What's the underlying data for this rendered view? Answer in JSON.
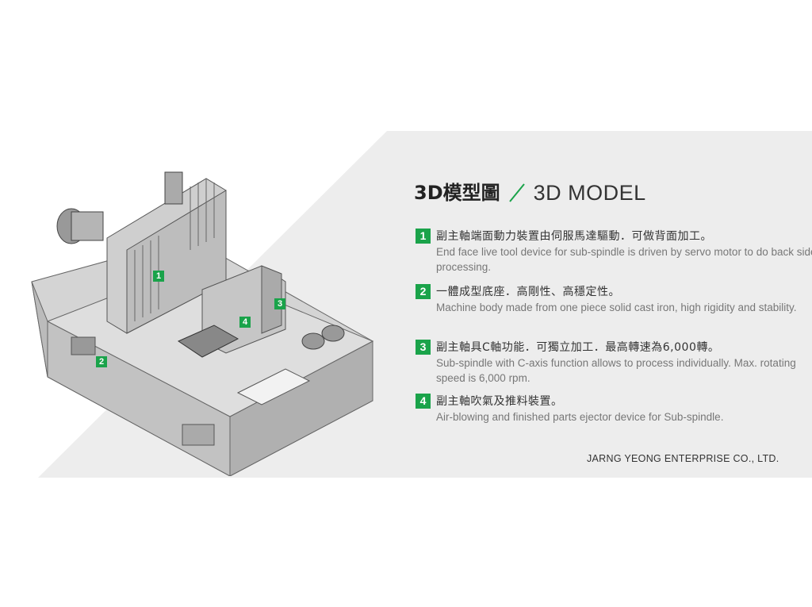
{
  "title": {
    "zh": "3D模型圖",
    "en": "3D MODEL"
  },
  "features": [
    {
      "num": "1",
      "zh": "副主軸端面動力裝置由伺服馬達驅動．可做背面加工。",
      "en": "End face live tool device for sub-spindle is driven by servo motor to do back side processing."
    },
    {
      "num": "2",
      "zh": "一體成型底座．高剛性、高穩定性。",
      "en": "Machine body made from one piece solid cast iron, high rigidity and stability."
    },
    {
      "num": "3",
      "zh": "副主軸具C軸功能．可獨立加工．最高轉速為6,000轉。",
      "en": "Sub-spindle with C-axis function allows to process individually. Max. rotating speed is 6,000 rpm."
    },
    {
      "num": "4",
      "zh": "副主軸吹氣及推料裝置。",
      "en": "Air-blowing and finished parts ejector device for Sub-spindle."
    }
  ],
  "callouts": [
    "1",
    "2",
    "3",
    "4"
  ],
  "company": "JARNG YEONG ENTERPRISE CO., LTD.",
  "colors": {
    "accent": "#1aa34a",
    "band": "#ededed",
    "machine": "#c9c9c9"
  },
  "icons": {
    "title_separator": "slash-icon"
  }
}
